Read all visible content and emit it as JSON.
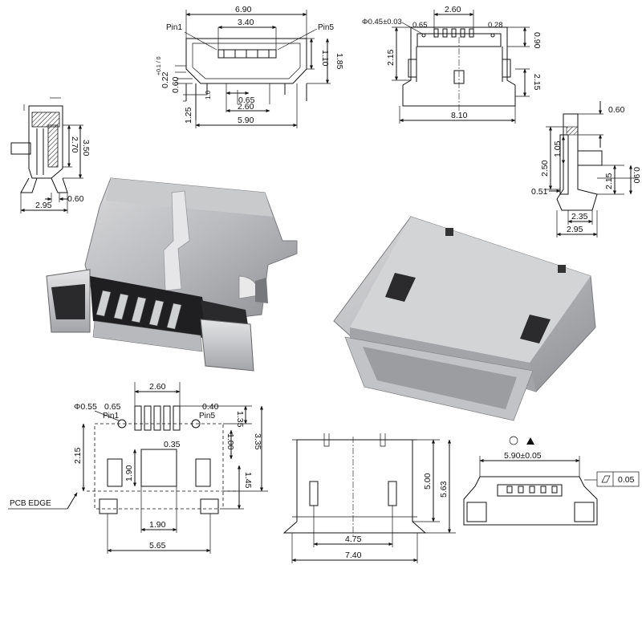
{
  "views": {
    "front_top": {
      "pin1": "Pin1",
      "pin5": "Pin5",
      "d_690": "6.90",
      "d_340": "3.40",
      "d_110": "1.10",
      "d_185": "1.85",
      "d_022": "0.22",
      "d_022_tol": "+0.1 / 0",
      "d_060": "0.60",
      "d_125": "1.25",
      "d_065": "0.65",
      "d_260": "2.60",
      "d_590": "5.90"
    },
    "top_right": {
      "d_hole": "Φ0.45±0.03",
      "d_065": "0.65",
      "d_260": "2.60",
      "d_028": "0.28",
      "d_090": "0.90",
      "d_215a": "2.15",
      "d_215b": "2.15",
      "d_810": "8.10"
    },
    "side_left": {
      "d_270": "2.70",
      "d_350": "3.50",
      "d_060": "0.60",
      "d_295": "2.95"
    },
    "side_right": {
      "d_060": "0.60",
      "d_105": "1.05",
      "d_250": "2.50",
      "d_215": "2.15",
      "d_090": "0.90",
      "d_051": "0.51",
      "d_235": "2.35",
      "d_295": "2.95"
    },
    "footprint": {
      "d_260": "2.60",
      "d_hole": "Φ0.55",
      "d_065": "0.65",
      "d_040": "0.40",
      "pin1": "Pin1",
      "pin5": "Pin5",
      "d_135": "1.35",
      "d_335": "3.35",
      "d_100": "1.00",
      "d_215": "2.15",
      "d_035": "0.35",
      "d_190v": "1.90",
      "d_145": "1.45",
      "d_190": "1.90",
      "d_565": "5.65",
      "pcb_edge": "PCB EDGE"
    },
    "bottom_front": {
      "d_500": "5.00",
      "d_563": "5.63",
      "d_475": "4.75",
      "d_740": "7.40"
    },
    "bottom_right": {
      "d_590": "5.90±0.05",
      "flatness": "0.05"
    }
  }
}
